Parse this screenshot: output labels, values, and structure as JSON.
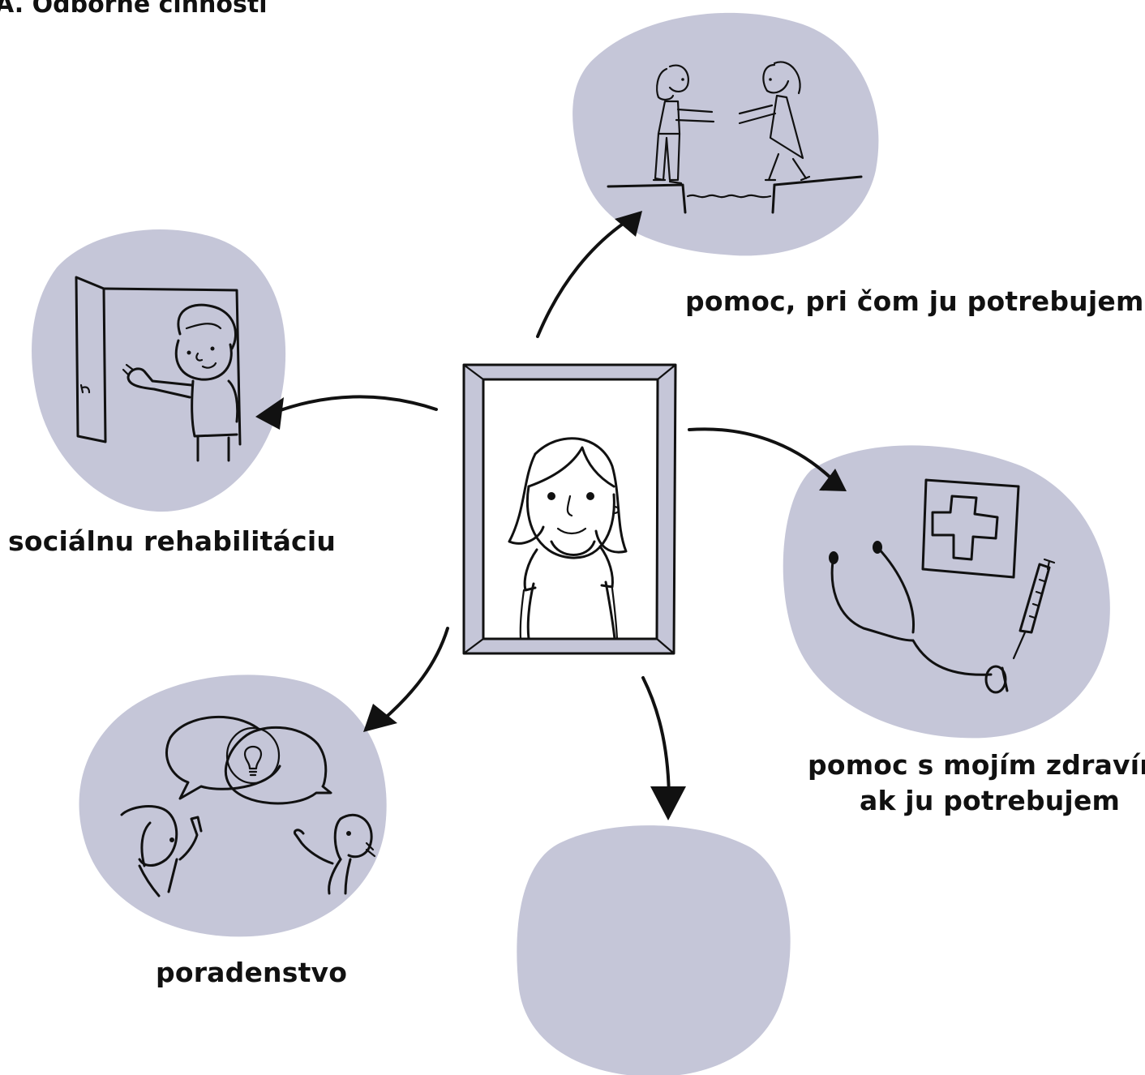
{
  "title": "A. Odborné činnosti",
  "center": {
    "icon": "woman-portrait-icon"
  },
  "nodes": [
    {
      "id": "help",
      "label": "pomoc, pri čom ju potrebujem",
      "icon": "helping-hands-icon"
    },
    {
      "id": "rehab",
      "label": "sociálnu rehabilitáciu",
      "icon": "open-door-icon"
    },
    {
      "id": "health",
      "label_line1": "pomoc s mojím zdravím,",
      "label_line2": "ak ju potrebujem",
      "icon": "medical-icon"
    },
    {
      "id": "counsel",
      "label": "poradenstvo",
      "icon": "conversation-icon"
    },
    {
      "id": "empty",
      "label": "",
      "icon": ""
    }
  ],
  "colors": {
    "blob": "#c5c6d8",
    "frame": "#c5c6d8",
    "ink": "#111111"
  }
}
